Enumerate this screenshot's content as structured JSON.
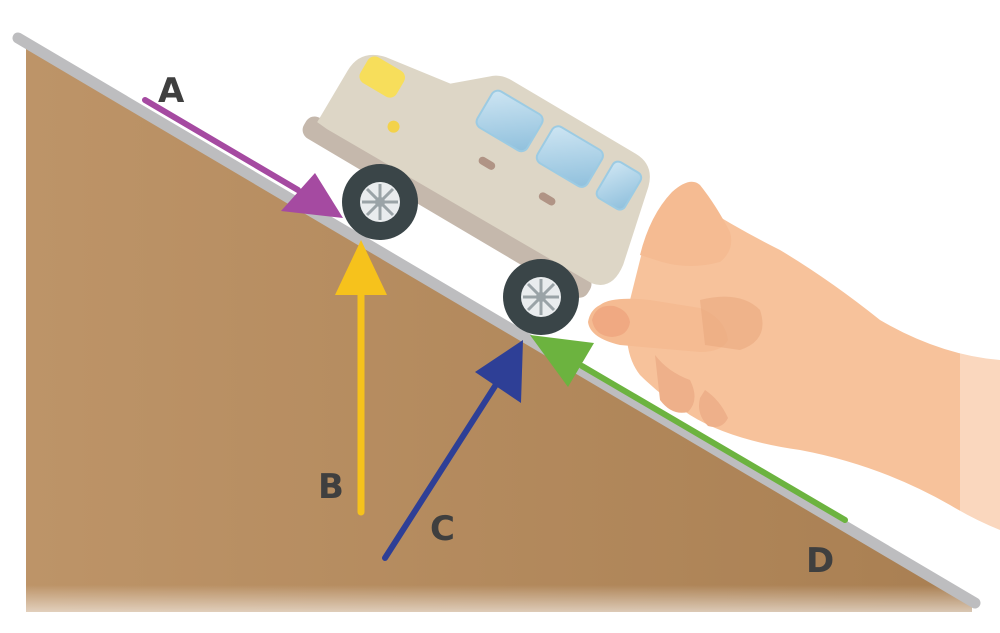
{
  "labels": {
    "a": "A",
    "b": "B",
    "c": "C",
    "d": "D"
  },
  "colors": {
    "ground": "#b48a5e",
    "slope_surface": "#b9b9bb",
    "arrow_a": "#a54aa1",
    "arrow_b": "#f6c21c",
    "arrow_c": "#2e3f96",
    "arrow_d": "#6cb33f",
    "car_body": "#ddd6c6",
    "skin": "#f7c29b"
  }
}
